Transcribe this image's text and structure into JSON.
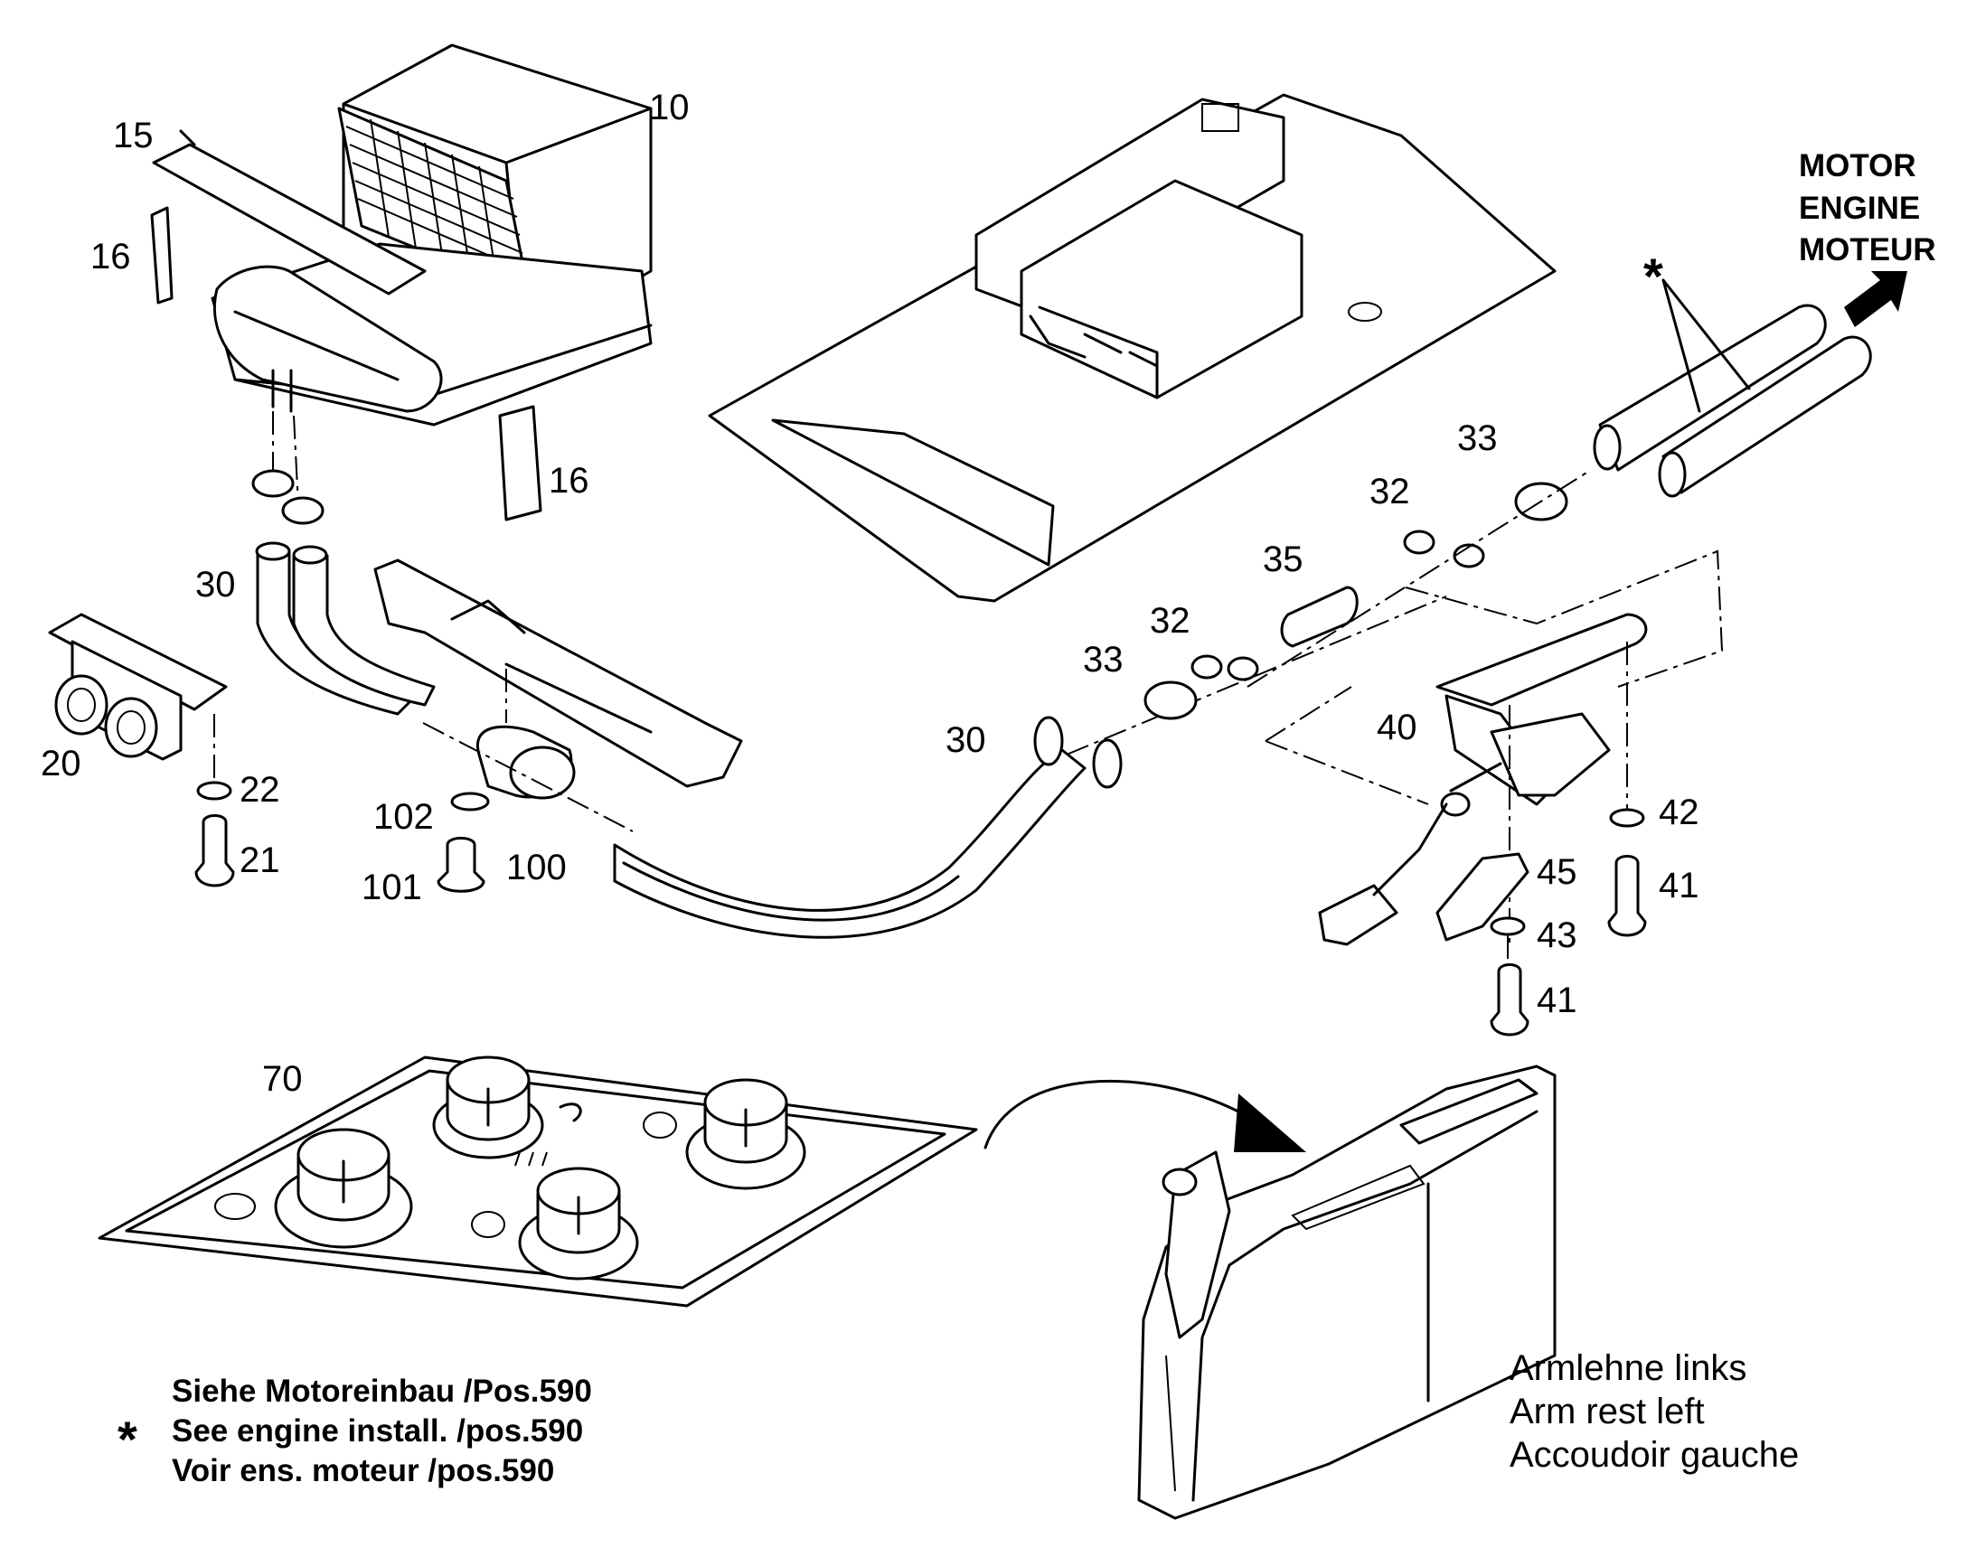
{
  "callouts": {
    "c10": "10",
    "c15": "15",
    "c16a": "16",
    "c16b": "16",
    "c20": "20",
    "c21": "21",
    "c22": "22",
    "c30a": "30",
    "c30b": "30",
    "c32a": "32",
    "c32b": "32",
    "c33a": "33",
    "c33b": "33",
    "c35": "35",
    "c40": "40",
    "c41a": "41",
    "c41b": "41",
    "c42": "42",
    "c43": "43",
    "c45": "45",
    "c70": "70",
    "c100": "100",
    "c101": "101",
    "c102": "102"
  },
  "engine_label": [
    "MOTOR",
    "ENGINE",
    "MOTEUR"
  ],
  "asterisk": "*",
  "footnote": {
    "symbol": "*",
    "lines": [
      "Siehe Motoreinbau /Pos.590",
      "See engine install. /pos.590",
      "Voir ens. moteur /pos.590"
    ]
  },
  "armrest_caption": [
    "Armlehne links",
    "Arm rest left",
    "Accoudoir gauche"
  ]
}
